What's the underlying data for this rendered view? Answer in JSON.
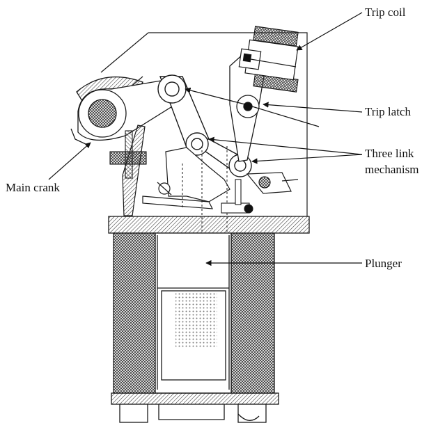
{
  "labels": {
    "trip_coil": "Trip coil",
    "trip_latch": "Trip latch",
    "three_link_line1": "Three link",
    "three_link_line2": "mechanism",
    "main_crank": "Main crank",
    "plunger": "Plunger"
  },
  "colors": {
    "line": "#1a1a1a",
    "hatch": "#333333",
    "background": "#ffffff"
  }
}
